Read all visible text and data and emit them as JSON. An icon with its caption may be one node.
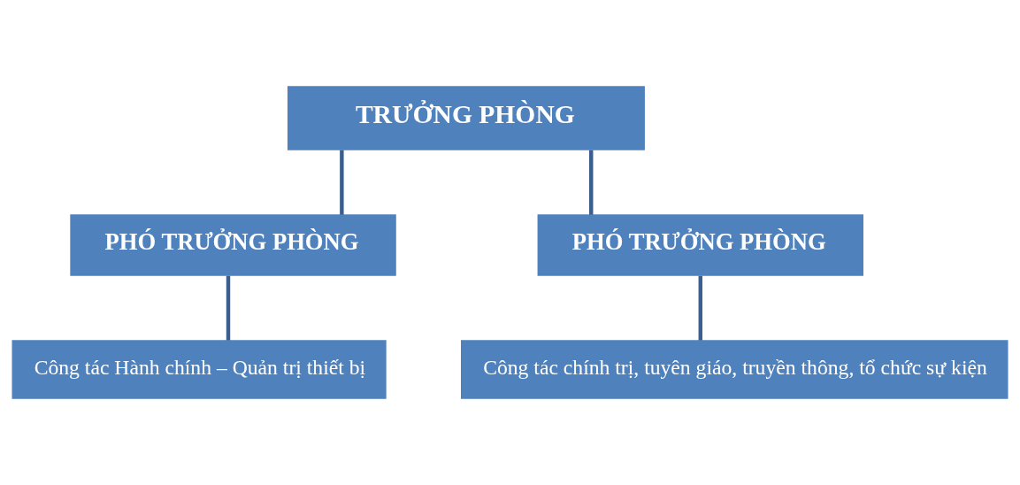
{
  "diagram": {
    "nodes": [
      {
        "text": [
          "TRƯỞNG PHÒNG"
        ]
      },
      {
        "text": [
          "PHÓ TRƯỞNG PHÒNG"
        ]
      },
      {
        "text": [
          "PHÓ TRƯỞNG PHÒNG"
        ]
      },
      {
        "text": [
          "Công tác Hành chính – Quản trị thiết bị"
        ]
      },
      {
        "text": [
          "Công tác chính trị, tuyên giáo, truyền thông, tổ chức sự kiện"
        ]
      }
    ],
    "edges": [
      {
        "from": 0,
        "to": 1,
        "arrow": "none"
      },
      {
        "from": 0,
        "to": 2,
        "arrow": "none"
      },
      {
        "from": 1,
        "to": 3,
        "arrow": "none"
      },
      {
        "from": 2,
        "to": 4,
        "arrow": "none"
      }
    ]
  }
}
